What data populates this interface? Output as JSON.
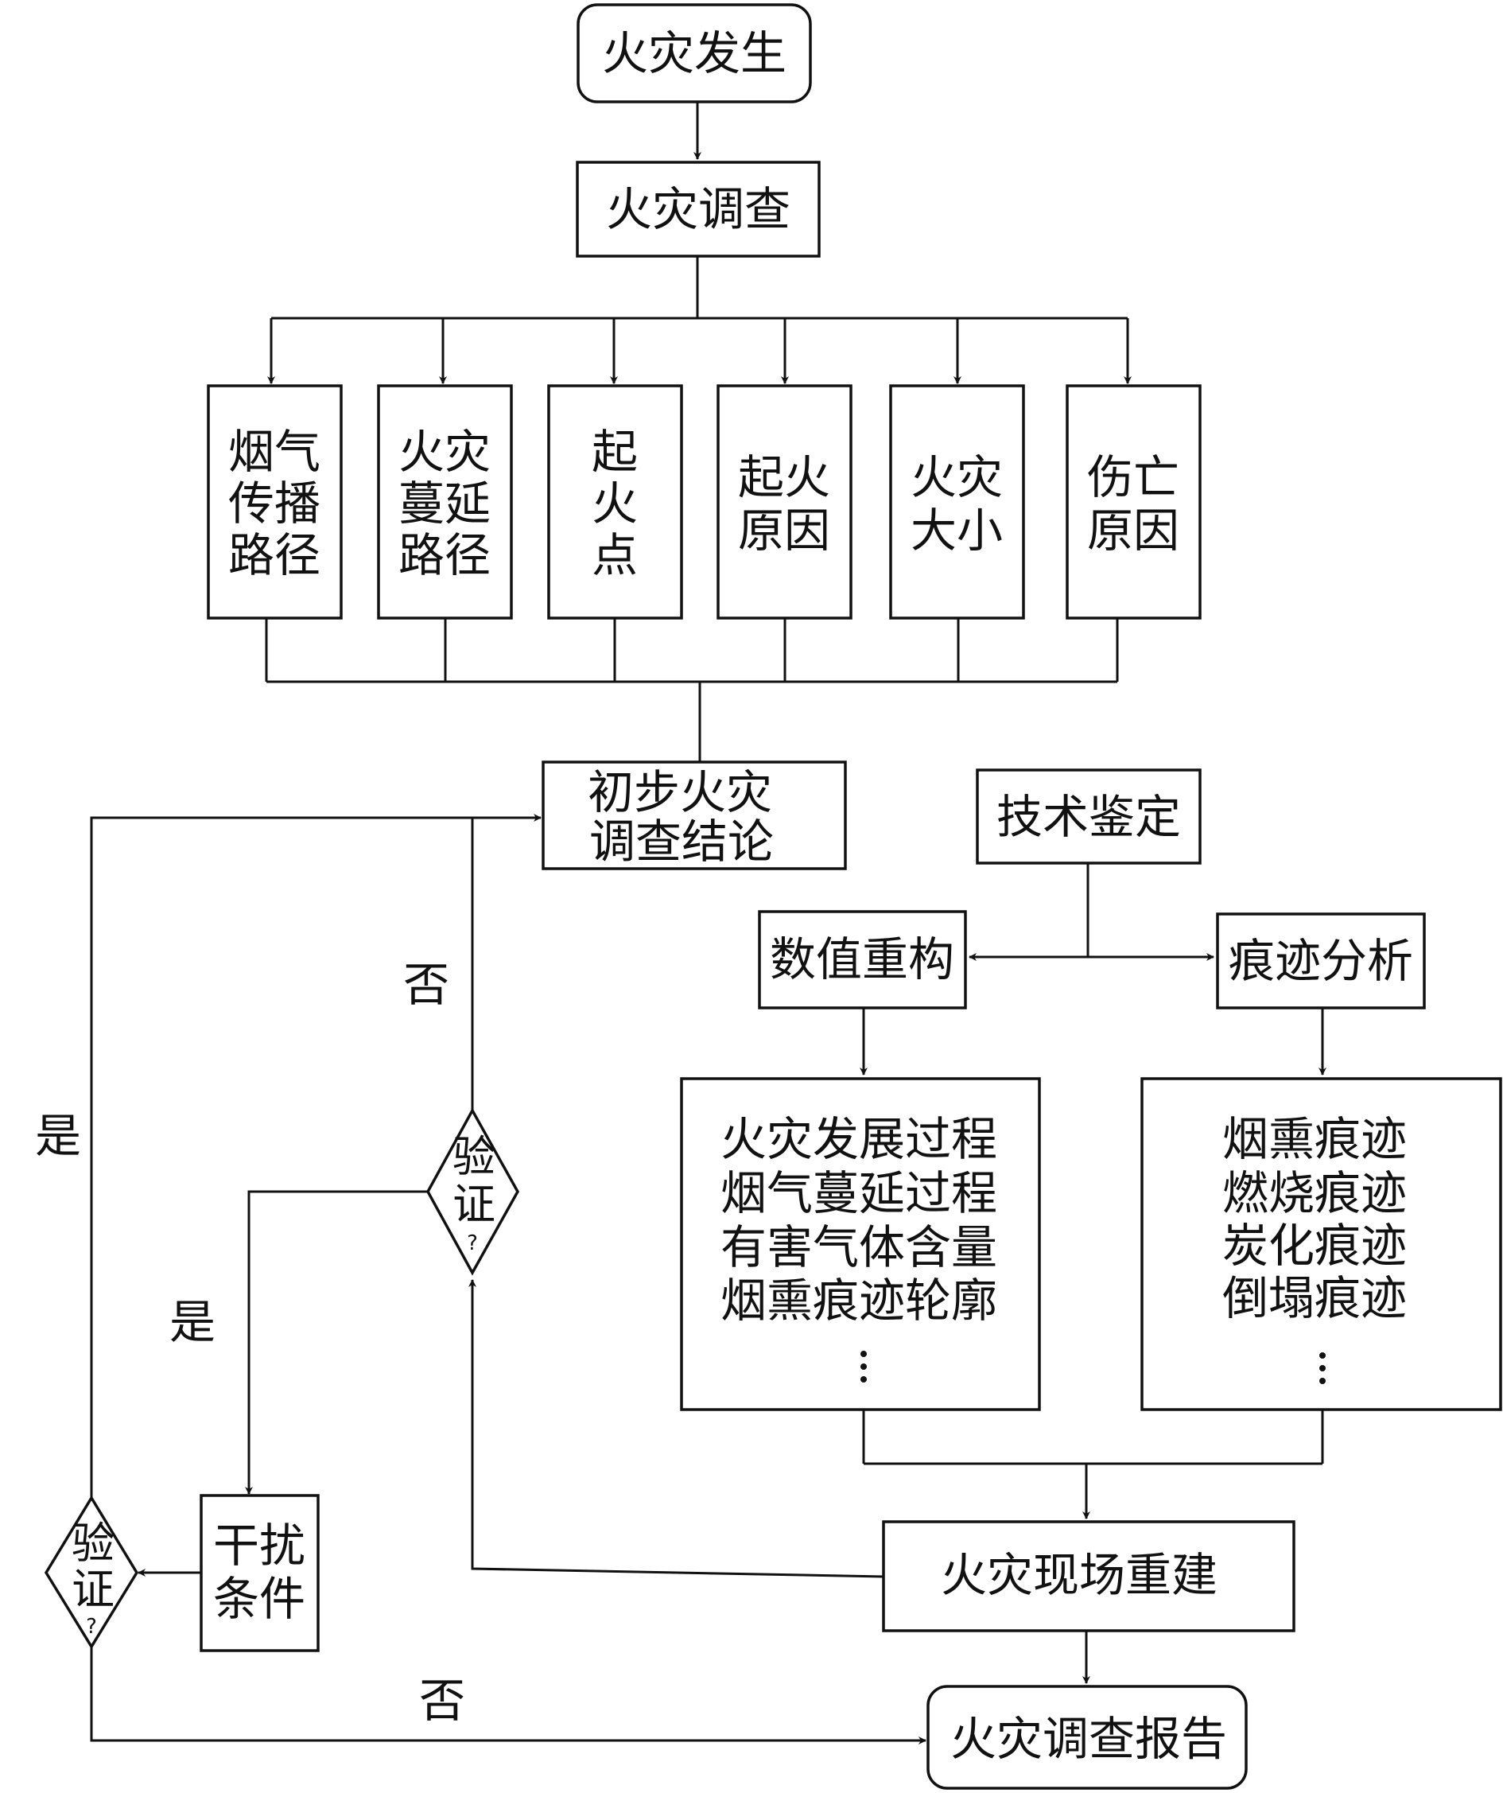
{
  "diagram": {
    "start": "火灾发生",
    "investigation": "火灾调查",
    "factors": [
      {
        "lines": [
          "烟气",
          "传播",
          "路径"
        ]
      },
      {
        "lines": [
          "火灾",
          "蔓延",
          "路径"
        ]
      },
      {
        "lines": [
          "起",
          "火",
          "点"
        ]
      },
      {
        "lines": [
          "起火",
          "原因"
        ]
      },
      {
        "lines": [
          "火灾",
          "大小"
        ]
      },
      {
        "lines": [
          "伤亡",
          "原因"
        ]
      }
    ],
    "preliminary_conclusion": [
      "初步火灾",
      "调查结论"
    ],
    "technical_appraisal": "技术鉴定",
    "numerical_reconstruction": "数值重构",
    "trace_analysis": "痕迹分析",
    "numerical_items": [
      "火灾发展过程",
      "烟气蔓延过程",
      "有害气体含量",
      "烟熏痕迹轮廓"
    ],
    "trace_items": [
      "烟熏痕迹",
      "燃烧痕迹",
      "炭化痕迹",
      "倒塌痕迹"
    ],
    "scene_reconstruction": "火灾现场重建",
    "verify_1": [
      "验",
      "证"
    ],
    "verify_2": [
      "验",
      "证"
    ],
    "question_mark": "?",
    "interference": [
      "干扰",
      "条件"
    ],
    "final_report": "火灾调查报告",
    "edge_labels": {
      "no_upper": "否",
      "yes_left": "是",
      "yes_middle": "是",
      "no_bottom": "否"
    }
  }
}
